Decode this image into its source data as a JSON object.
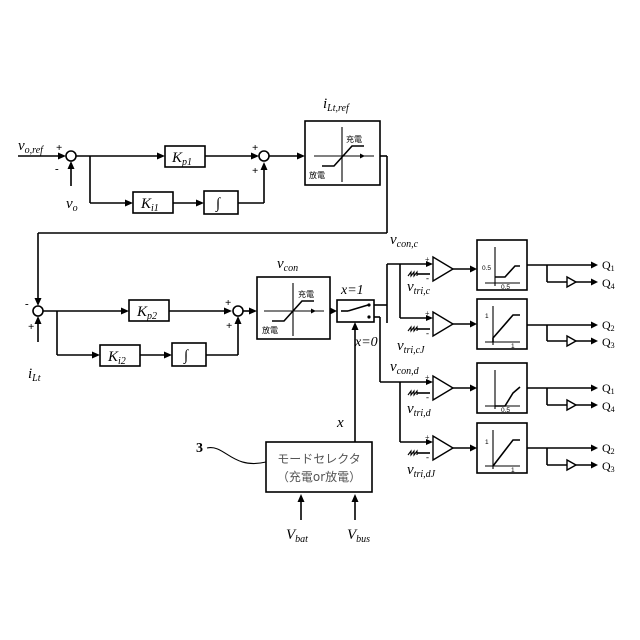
{
  "ref_vo": {
    "v": "v",
    "sub": "o,ref"
  },
  "fb_vo": {
    "v": "v",
    "sub": "o"
  },
  "kp1": {
    "k": "K",
    "sub": "p1"
  },
  "ki1": {
    "k": "K",
    "sub": "i1"
  },
  "kp2": {
    "k": "K",
    "sub": "p2"
  },
  "ki2": {
    "k": "K",
    "sub": "i2"
  },
  "integral_symbol": "∫",
  "ilt_ref": {
    "i": "i",
    "sub": "Lt,ref"
  },
  "ilt": {
    "i": "i",
    "sub": "Lt"
  },
  "vcon": {
    "v": "v",
    "sub": "con"
  },
  "limiter_charge": "充電",
  "limiter_discharge": "放電",
  "x_eq_1": "x=1",
  "x_eq_0": "x=0",
  "x_label": "x",
  "vcon_c": {
    "v": "v",
    "sub": "con,c"
  },
  "vcon_d": {
    "v": "v",
    "sub": "con,d"
  },
  "vtri_c": {
    "v": "v",
    "sub": "tri,c"
  },
  "vtri_cj": {
    "v": "v",
    "sub": "tri,cJ"
  },
  "vtri_d": {
    "v": "v",
    "sub": "tri,d"
  },
  "vtri_dj": {
    "v": "v",
    "sub": "tri,dJ"
  },
  "plus": "+",
  "minus": "-",
  "tf_half": "0.5",
  "tf_one": "1",
  "q1": {
    "q": "Q",
    "sub": "1"
  },
  "q2": {
    "q": "Q",
    "sub": "2"
  },
  "q3": {
    "q": "Q",
    "sub": "3"
  },
  "q4": {
    "q": "Q",
    "sub": "4"
  },
  "mode_selector": {
    "line1": "モードセレクタ",
    "line2": "（充電or放電）"
  },
  "ref_number": "3",
  "vbat": {
    "v": "V",
    "sub": "bat"
  },
  "vbus": {
    "v": "V",
    "sub": "bus"
  }
}
